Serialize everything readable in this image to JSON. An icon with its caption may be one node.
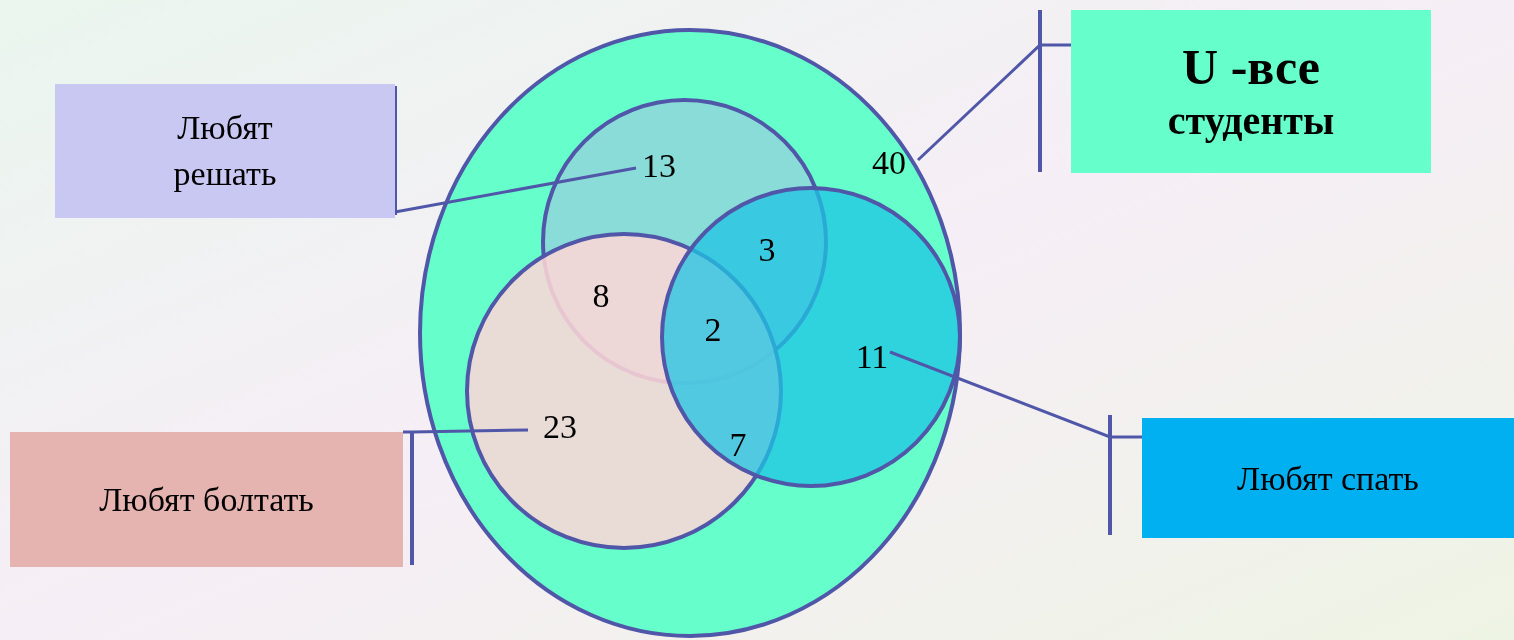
{
  "diagram": {
    "nodes": [
      {
        "text": [
          "Любят решать"
        ]
      },
      {
        "text": [
          "U -все",
          "студенты"
        ]
      },
      {
        "text": [
          "Любят болтать"
        ]
      },
      {
        "text": [
          "Любят спать"
        ]
      },
      {
        "text": [],
        "shape": "circle"
      },
      {
        "text": [],
        "shape": "circle",
        "in": 4
      },
      {
        "text": [],
        "shape": "circle",
        "in": 4
      },
      {
        "text": [],
        "shape": "circle",
        "in": 4
      },
      {
        "text": [
          "13"
        ],
        "in": 5
      },
      {
        "text": [
          "40"
        ],
        "in": 4
      },
      {
        "text": [
          "23"
        ],
        "in": 6
      },
      {
        "text": [
          "11"
        ],
        "in": 7
      }
    ],
    "edges": [
      {
        "from": 0,
        "to": 8,
        "arrow": "none"
      },
      {
        "from": 1,
        "to": 9,
        "arrow": "none"
      },
      {
        "from": 2,
        "to": 10,
        "arrow": "none"
      },
      {
        "from": 3,
        "to": 11,
        "arrow": "none"
      }
    ],
    "labels": [
      "3",
      "8",
      "2",
      "7"
    ]
  }
}
